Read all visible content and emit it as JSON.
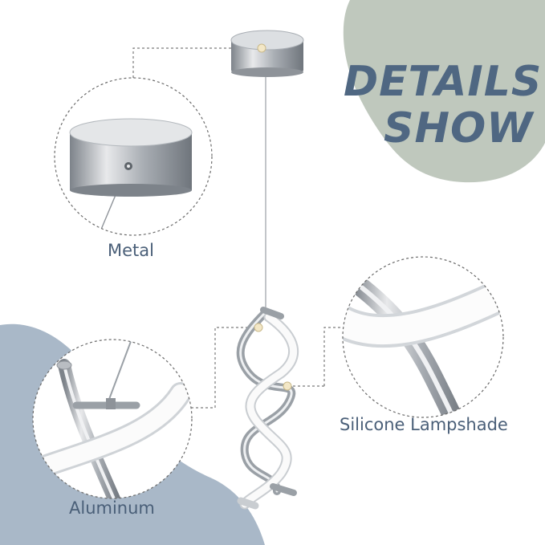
{
  "title": {
    "line1": "DETAILS",
    "line2": "SHOW"
  },
  "callouts": {
    "metal": "Metal",
    "aluminum": "Aluminum",
    "silicone": "Silicone Lampshade"
  },
  "colors": {
    "background": "#ffffff",
    "sage_blob": "#bfc8bd",
    "blue_blob": "#a9b8c8",
    "title_text": "#4f6782",
    "label_text": "#4a5f78",
    "chrome": "#b8bec4",
    "led_white": "#f7f7f7",
    "dashed_line": "#7a7a7a"
  },
  "icons": [
    "ceiling-canopy-icon",
    "spiral-pendant-lamp-icon",
    "connector-dot-icon"
  ]
}
